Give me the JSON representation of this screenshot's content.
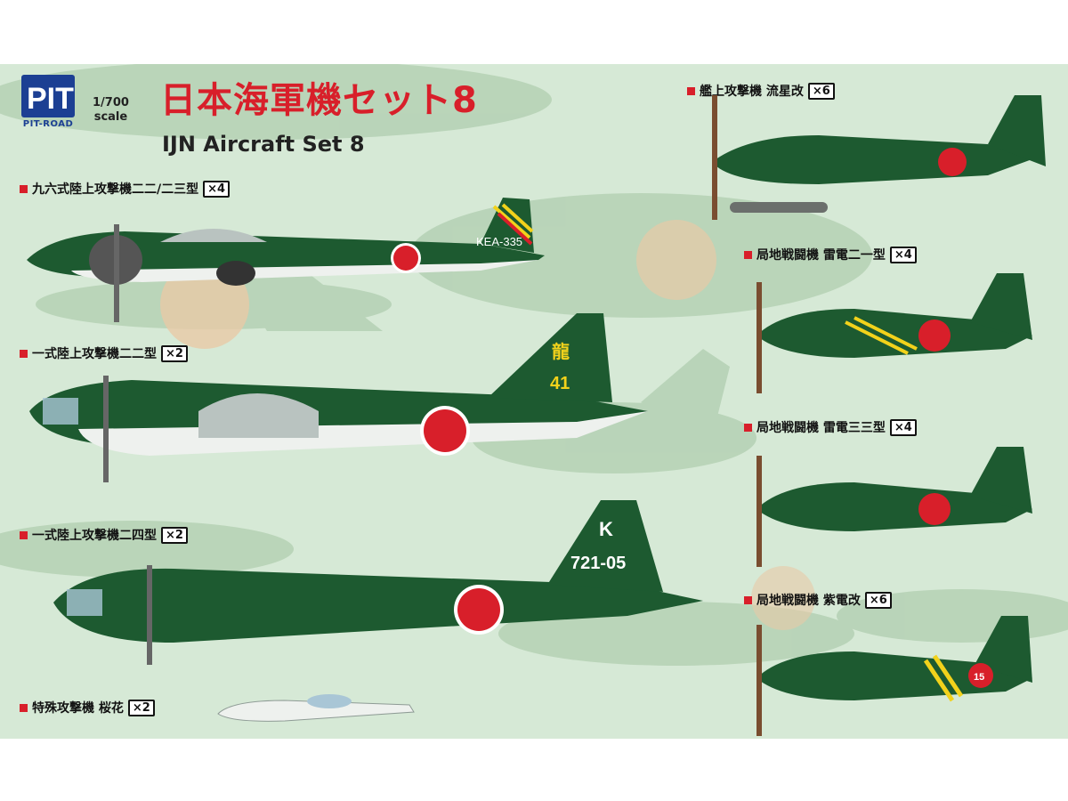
{
  "brand": {
    "logo_text": "PIT-ROAD"
  },
  "scale": {
    "ratio": "1/700",
    "word": "scale"
  },
  "title": {
    "japanese": "日本海軍機セット8",
    "english": "IJN Aircraft Set 8"
  },
  "aircraft": [
    {
      "name": "九六式陸上攻撃機二二/二三型",
      "qty": "×4",
      "markings": [
        "KEA-335"
      ]
    },
    {
      "name": "一式陸上攻撃機二二型",
      "qty": "×2",
      "markings": [
        "龍",
        "41"
      ]
    },
    {
      "name": "一式陸上攻撃機二四型",
      "qty": "×2",
      "markings": [
        "K",
        "721-05"
      ]
    },
    {
      "name": "特殊攻撃機 桜花",
      "qty": "×2",
      "markings": []
    },
    {
      "name": "艦上攻撃機 流星改",
      "qty": "×6",
      "markings": []
    },
    {
      "name": "局地戦闘機 雷電二一型",
      "qty": "×4",
      "markings": []
    },
    {
      "name": "局地戦闘機 雷電三三型",
      "qty": "×4",
      "markings": []
    },
    {
      "name": "局地戦闘機 紫電改",
      "qty": "×6",
      "markings": [
        "15"
      ]
    }
  ],
  "colors": {
    "background": "#d6e9d6",
    "airframe_green": "#1d5a30",
    "underside": "#eef1ee",
    "hinomaru": "#d81f2a",
    "title_red": "#d81f2a",
    "logo_blue": "#1c3f93",
    "band_yellow": "#f2d21b"
  }
}
